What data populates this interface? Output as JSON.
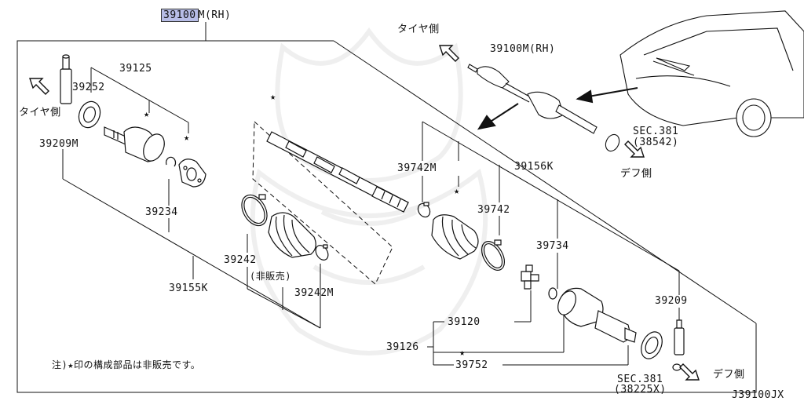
{
  "header": {
    "main_part": "39100M(RH)",
    "main_part_highlight": "39100",
    "main_part_rest": "M(RH)"
  },
  "labels": {
    "p39125": "39125",
    "p39252": "39252",
    "tire_side_left": "タイヤ側",
    "p39209M": "39209M",
    "p39234": "39234",
    "p39242": "39242",
    "not_sold": "(非販売)",
    "p39242M": "39242M",
    "p39155K": "39155K",
    "p39742M": "39742M",
    "p39156K": "39156K",
    "p39742": "39742",
    "p39734": "39734",
    "p39209": "39209",
    "p39120": "39120",
    "p39126": "39126",
    "p39752": "39752",
    "tire_side_top": "タイヤ側",
    "inset_part": "39100M(RH)",
    "sec381_a": "SEC.381",
    "sec381_a_sub": "(38542)",
    "diff_side_top": "デフ側",
    "sec381_b": "SEC.381",
    "sec381_b_sub": "(38225X)",
    "diff_side_bottom": "デフ側",
    "note": "注)★印の構成部品は非販売です。",
    "code": "J39100JX"
  },
  "icons": {
    "star": "★",
    "direction_arrow": "arrow-icon",
    "watermark": "samurai-helmet-watermark-icon"
  }
}
